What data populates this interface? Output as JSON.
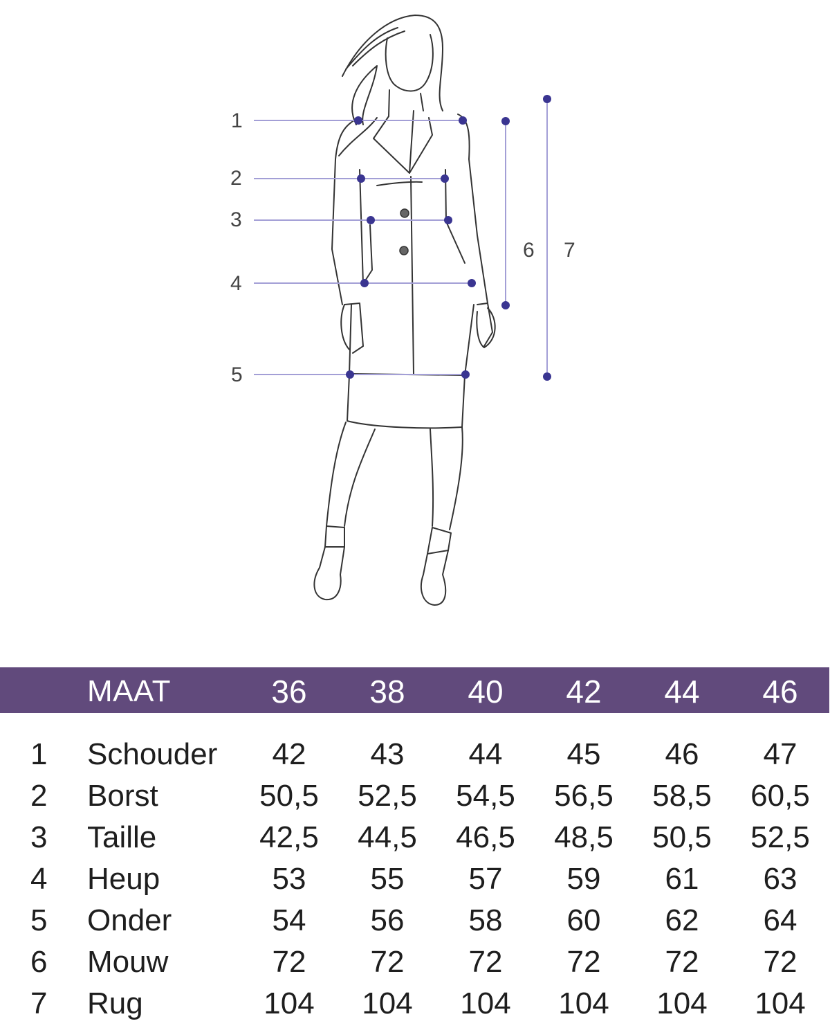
{
  "figure": {
    "measurement_labels": [
      "1",
      "2",
      "3",
      "4",
      "5",
      "6",
      "7"
    ],
    "line_color": "#a39fd6",
    "dot_color": "#3a3591",
    "sketch_color": "#333333"
  },
  "table": {
    "header_bg": "#614a7c",
    "header_label": "MAAT",
    "sizes": [
      "36",
      "38",
      "40",
      "42",
      "44",
      "46"
    ],
    "rows": [
      {
        "num": "1",
        "name": "Schouder",
        "values": [
          "42",
          "43",
          "44",
          "45",
          "46",
          "47"
        ]
      },
      {
        "num": "2",
        "name": "Borst",
        "values": [
          "50,5",
          "52,5",
          "54,5",
          "56,5",
          "58,5",
          "60,5"
        ]
      },
      {
        "num": "3",
        "name": "Taille",
        "values": [
          "42,5",
          "44,5",
          "46,5",
          "48,5",
          "50,5",
          "52,5"
        ]
      },
      {
        "num": "4",
        "name": "Heup",
        "values": [
          "53",
          "55",
          "57",
          "59",
          "61",
          "63"
        ]
      },
      {
        "num": "5",
        "name": "Onder",
        "values": [
          "54",
          "56",
          "58",
          "60",
          "62",
          "64"
        ]
      },
      {
        "num": "6",
        "name": "Mouw",
        "values": [
          "72",
          "72",
          "72",
          "72",
          "72",
          "72"
        ]
      },
      {
        "num": "7",
        "name": "Rug",
        "values": [
          "104",
          "104",
          "104",
          "104",
          "104",
          "104"
        ]
      }
    ]
  }
}
